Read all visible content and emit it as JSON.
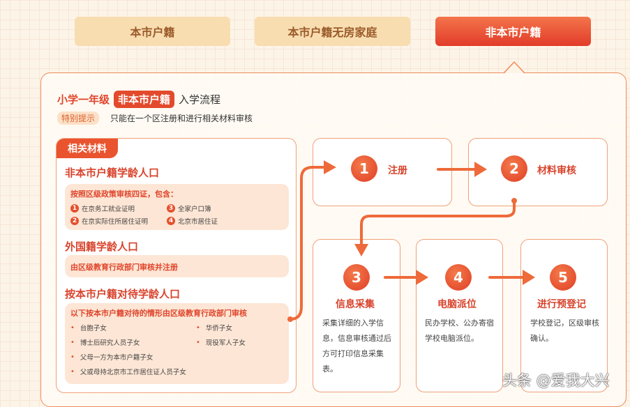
{
  "tabs": [
    {
      "label": "本市户籍"
    },
    {
      "label": "本市户籍无房家庭"
    },
    {
      "label": "非本市户籍",
      "active": true
    }
  ],
  "header": {
    "title_prefix": "小学一年级",
    "title_pill": "非本市户籍",
    "title_suffix": "入学流程",
    "tip_label": "特别提示",
    "tip_text": "只能在一个区注册和进行相关材料审核"
  },
  "materials": {
    "header": "相关材料",
    "sections": [
      {
        "title": "非本市户籍学龄人口",
        "box_title": "按照区级政策审核四证，包含：",
        "items": [
          {
            "n": "1",
            "text": "在京务工就业证明"
          },
          {
            "n": "2",
            "text": "在京实际住所居住证明"
          },
          {
            "n": "3",
            "text": "全家户口簿"
          },
          {
            "n": "4",
            "text": "北京市居住证"
          }
        ]
      },
      {
        "title": "外国籍学龄人口",
        "box_title": "由区级教育行政部门审核并注册"
      },
      {
        "title": "按本市户籍对待学龄人口",
        "box_title": "以下按本市户籍对待的情形由区级教育行政部门审核",
        "items": [
          "台胞子女",
          "华侨子女",
          "博士后研究人员子女",
          "现役军人子女",
          "父母一方为本市户籍子女",
          "父或母持北京市工作居住证人员子女"
        ]
      }
    ]
  },
  "steps": [
    {
      "n": "1",
      "label": "注册"
    },
    {
      "n": "2",
      "label": "材料审核"
    },
    {
      "n": "3",
      "label": "信息采集",
      "desc": "采集详细的入学信息，信息审核通过后方可打印信息采集表。"
    },
    {
      "n": "4",
      "label": "电脑派位",
      "desc": "民办学校、公办寄宿学校电脑派位。"
    },
    {
      "n": "5",
      "label": "进行预登记",
      "desc": "学校登记，区级审核确认。"
    }
  ],
  "watermark": "头条 @爱我大兴",
  "colors": {
    "accent": "#e34a2c",
    "tab_inactive": "#f8ddb0",
    "background": "#fdf4e8"
  }
}
